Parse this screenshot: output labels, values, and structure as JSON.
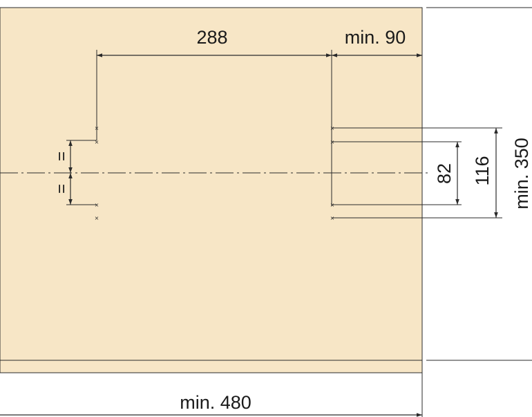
{
  "dimensions": {
    "hole_spacing": "288",
    "edge_offset": "min. 90",
    "inner_vertical": "82",
    "outer_vertical": "116",
    "panel_height": "min. 350",
    "panel_width": "min. 480",
    "equal_upper": "=",
    "equal_lower": "="
  },
  "colors": {
    "panel": "#f7e6c6",
    "line": "#2a2a2a"
  }
}
